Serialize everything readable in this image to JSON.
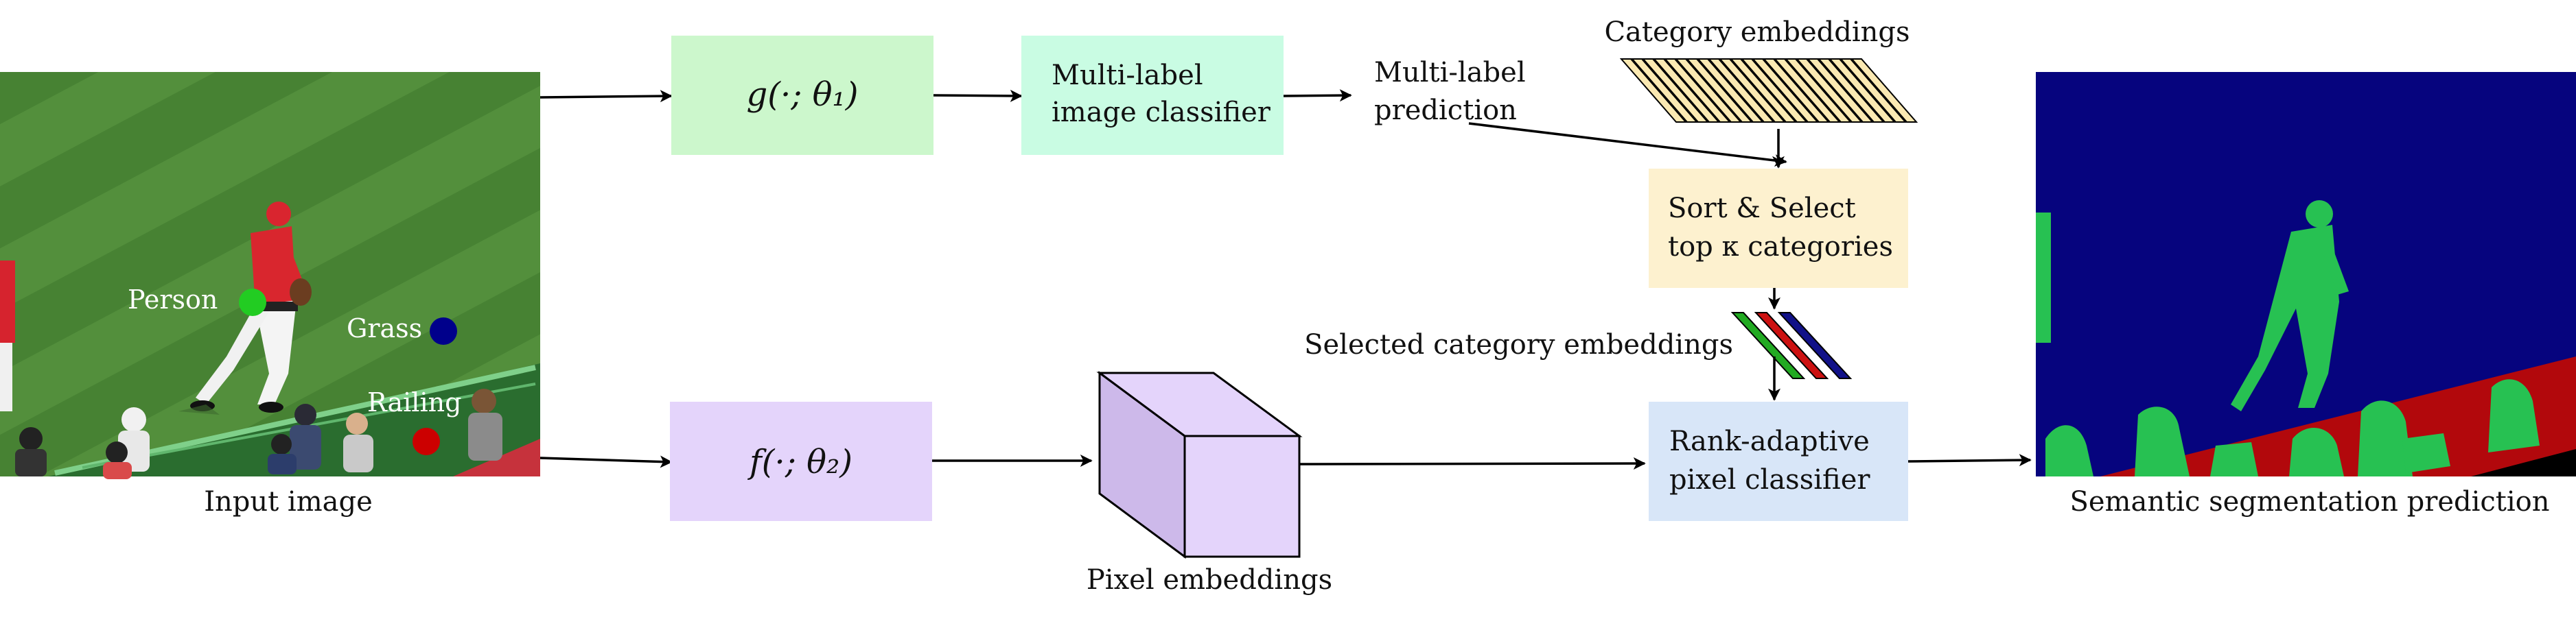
{
  "input": {
    "caption": "Input image",
    "points": {
      "person": {
        "label": "Person",
        "color": "#22cc22"
      },
      "grass": {
        "label": "Grass",
        "color": "#00008b"
      },
      "railing": {
        "label": "Railing",
        "color": "#cc0000"
      }
    }
  },
  "g_box": {
    "math": "g(·; θ₁)",
    "color": "#ccf7cc"
  },
  "f_box": {
    "math": "f(·; θ₂)",
    "color": "#e4d4fb"
  },
  "classifier_box": {
    "line1": "Multi-label",
    "line2": "image classifier",
    "color": "#c9fce3"
  },
  "prediction": {
    "line1": "Multi-label",
    "line2": "prediction"
  },
  "category_embeddings": {
    "label": "Category embeddings",
    "color": "#fbe9b2"
  },
  "sort_box": {
    "line1": "Sort & Select",
    "line2": "top κ categories",
    "color": "#fdf1cf"
  },
  "selected": {
    "label": "Selected category embeddings",
    "colors": [
      "#22aa22",
      "#cc1111",
      "#111188"
    ]
  },
  "pixel_embeddings": {
    "label": "Pixel embeddings",
    "color": "#e4d4fb"
  },
  "rank_box": {
    "line1": "Rank-adaptive",
    "line2": "pixel classifier",
    "color": "#d8e6f8"
  },
  "output": {
    "caption": "Semantic segmentation prediction",
    "colors": {
      "background": "#06047e",
      "person": "#27c152",
      "railing": "#b2080c",
      "other": "#000000"
    }
  }
}
